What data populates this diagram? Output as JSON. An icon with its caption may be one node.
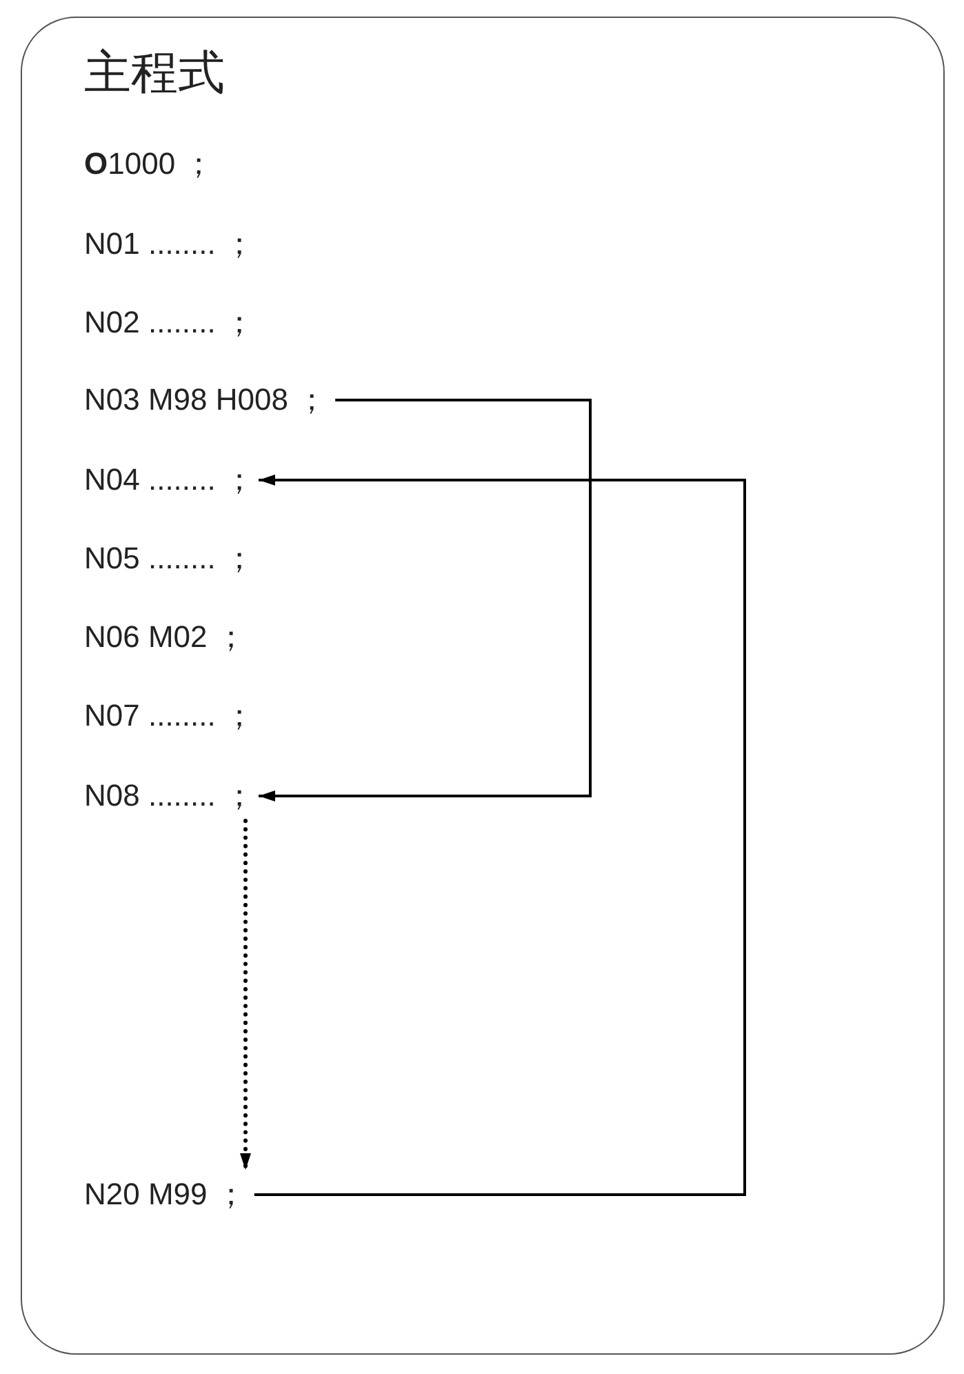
{
  "diagram": {
    "nodes": [
      {
        "text": [
          "主程式"
        ]
      },
      {
        "text": [
          "**O**1000 ；"
        ],
        "in": 0
      },
      {
        "text": [
          "N01 ........ ；"
        ],
        "in": 0
      },
      {
        "text": [
          "N02 ........ ；"
        ],
        "in": 0
      },
      {
        "text": [
          "N03 M98 H008 ；"
        ],
        "in": 0
      },
      {
        "text": [
          "N04 ........ ；"
        ],
        "in": 0
      },
      {
        "text": [
          "N05 ........ ；"
        ],
        "in": 0
      },
      {
        "text": [
          "N06 M02 ；"
        ],
        "in": 0
      },
      {
        "text": [
          "N07 ........ ；"
        ],
        "in": 0
      },
      {
        "text": [
          "N08 ........ ；"
        ],
        "in": 0
      },
      {
        "text": [
          "N20 M99 ；"
        ],
        "in": 0
      }
    ],
    "edges": [
      {
        "from": 4,
        "to": 9,
        "arrow": "to"
      },
      {
        "from": 10,
        "to": 5,
        "arrow": "to"
      },
      {
        "from": 9,
        "to": 10,
        "arrow": "to",
        "style": "dashed"
      }
    ]
  }
}
